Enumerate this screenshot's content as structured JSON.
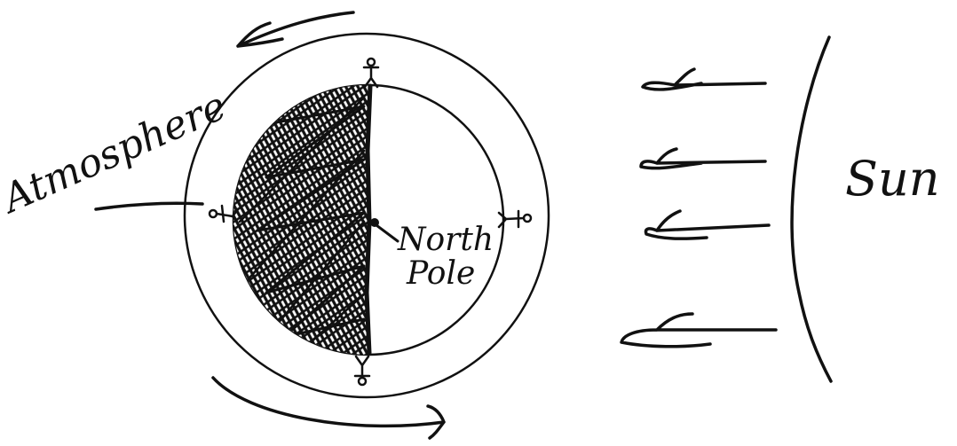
{
  "diagram": {
    "labels": {
      "atmosphere": "Atmosphere",
      "north": "North",
      "pole": "Pole",
      "sun": "Sun"
    },
    "colors": {
      "ink": "#111111",
      "background": "#ffffff"
    },
    "elements": {
      "earth_night_side": "shaded",
      "earth_day_side": "unshaded",
      "figures_count": 4,
      "sunlight_arrows_count": 4,
      "rotation_arrows_count": 2
    }
  }
}
